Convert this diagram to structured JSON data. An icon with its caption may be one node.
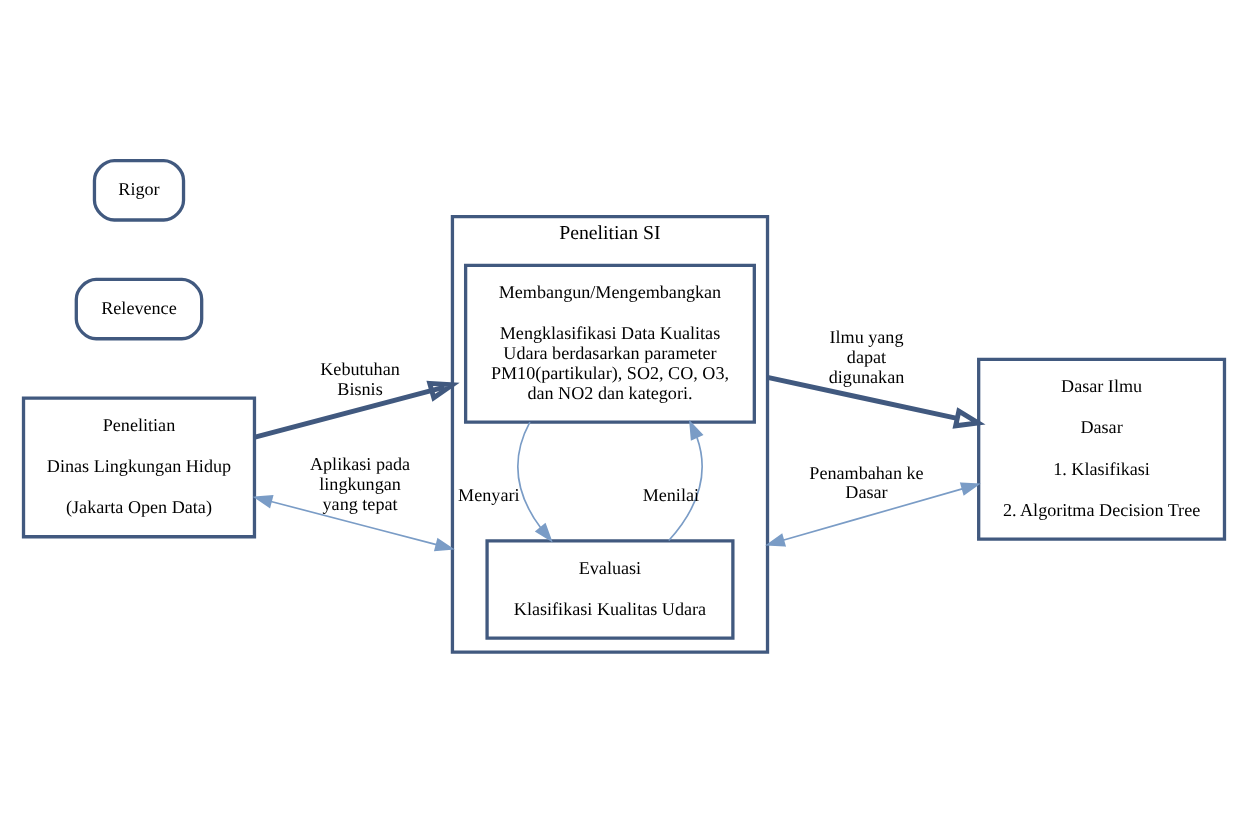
{
  "diagram": {
    "nodes": [
      {
        "text": [
          "Penelitian",
          "Dinas Lingkungan Hidup",
          "(Jakarta Open Data)"
        ]
      },
      {
        "text": [
          "Relevence"
        ]
      },
      {
        "text": [
          "Penelitian SI"
        ]
      },
      {
        "text": [
          "Membangun/Mengembangkan",
          "Mengklasifikasi Data Kualitas Udara berdasarkan parameter PM10(partikular), SO2, CO, O3, dan NO2 dan kategori."
        ],
        "in": 2
      },
      {
        "text": [
          "Evaluasi",
          "Klasifikasi Kualitas Udara"
        ],
        "in": 2
      },
      {
        "text": [
          "Rigor"
        ]
      },
      {
        "text": [
          "Dasar Ilmu",
          "Dasar",
          "1. Klasifikasi",
          "2. Algoritma Decision Tree"
        ]
      }
    ],
    "edges": [
      {
        "from": 0,
        "to": 2,
        "arrow": "to",
        "label": "Kebutuhan Bisnis",
        "style": "thick"
      },
      {
        "from": 4,
        "to": 3,
        "arrow": "to",
        "label": "Menilai"
      },
      {
        "from": 3,
        "to": 4,
        "arrow": "to",
        "label": "Menyari"
      },
      {
        "from": 2,
        "to": 6,
        "arrow": "to",
        "label": "Ilmu yang dapat digunakan",
        "style": "thick"
      },
      {
        "from": 0,
        "to": 2,
        "arrow": "both",
        "label": "Aplikasi pada lingkungan yang tepat"
      },
      {
        "from": 2,
        "to": 6,
        "arrow": "both",
        "label": "Penambahan ke Dasar"
      }
    ]
  }
}
